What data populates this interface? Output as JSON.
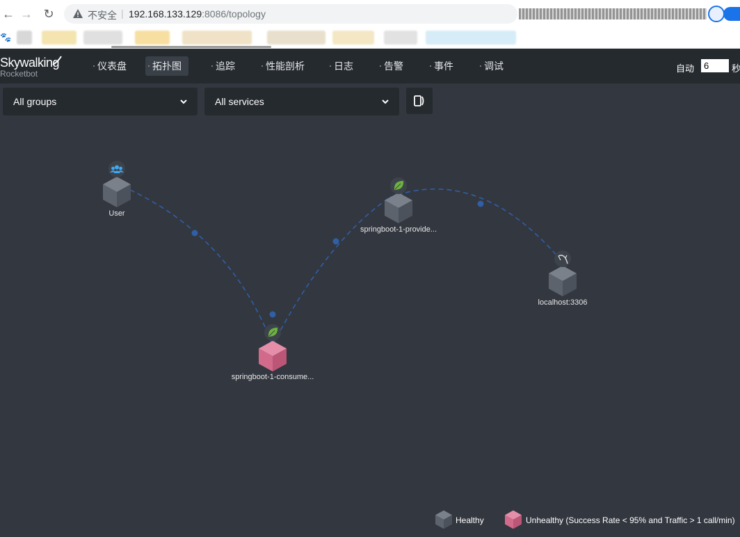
{
  "browser": {
    "insecure_label": "不安全",
    "url_host": "192.168.133.129",
    "url_path": ":8086/topology"
  },
  "header": {
    "logo_title": "Skywalking",
    "logo_sub": "Rocketbot",
    "menu": [
      {
        "label": "仪表盘"
      },
      {
        "label": "拓扑图"
      },
      {
        "label": "追踪"
      },
      {
        "label": "性能剖析"
      },
      {
        "label": "日志"
      },
      {
        "label": "告警"
      },
      {
        "label": "事件"
      },
      {
        "label": "调试"
      }
    ],
    "active_menu": "拓扑图",
    "auto_label": "自动",
    "auto_value": "6",
    "seconds_label": "秒"
  },
  "toolbar": {
    "groups_value": "All groups",
    "services_value": "All services"
  },
  "topology": {
    "nodes": [
      {
        "name": "User",
        "status": "healthy",
        "type": "user"
      },
      {
        "name": "springboot-1-provide...",
        "status": "healthy",
        "type": "spring"
      },
      {
        "name": "localhost:3306",
        "status": "healthy",
        "type": "mysql"
      },
      {
        "name": "springboot-1-consume...",
        "status": "unhealthy",
        "type": "spring"
      }
    ]
  },
  "legend": {
    "healthy": "Healthy",
    "unhealthy": "Unhealthy (Success Rate < 95% and Traffic > 1 call/min)"
  },
  "colors": {
    "healthy_cube": "#5d636d",
    "unhealthy_cube": "#d26a8c",
    "edge": "#2f5fa5",
    "background": "#333740"
  }
}
